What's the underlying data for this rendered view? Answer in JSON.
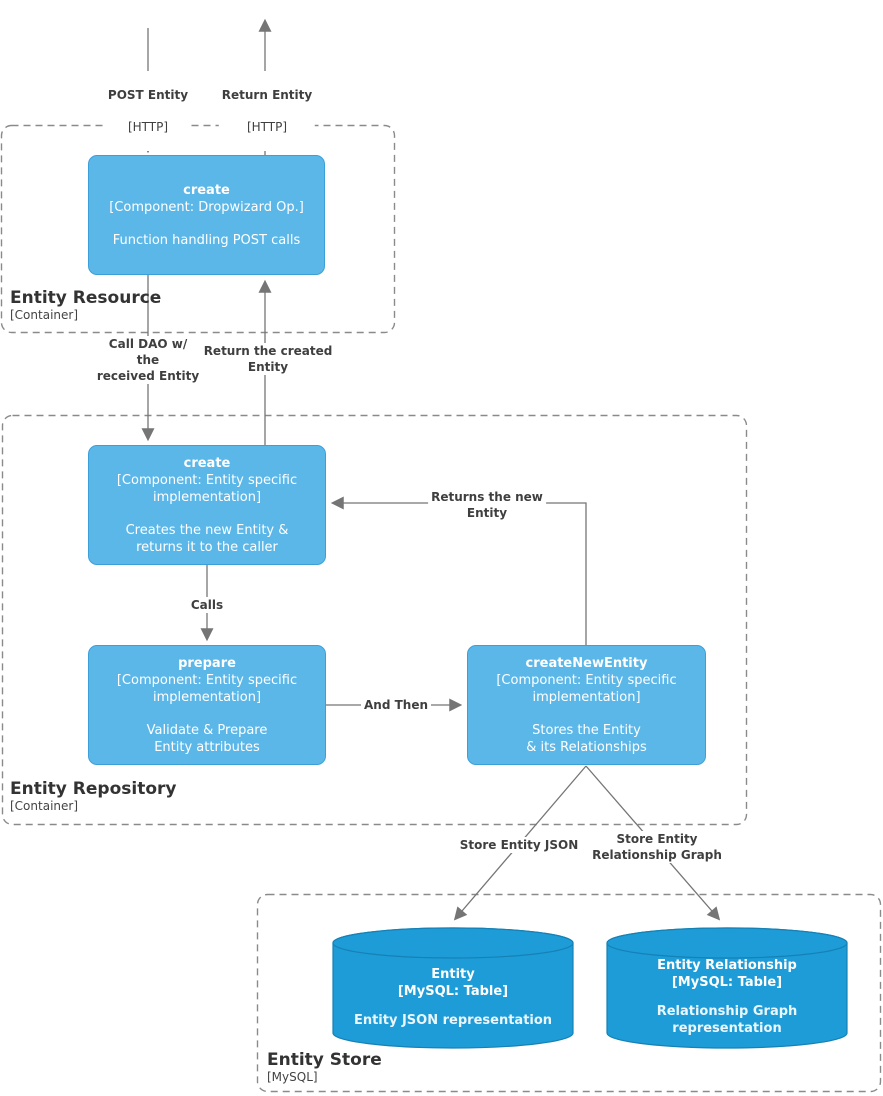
{
  "palette": {
    "component_fill": "#5CB7E9",
    "component_border": "#3BA0D9",
    "datastore_fill": "#1E9CD7",
    "datastore_border": "#1581B5",
    "line_color": "#757575",
    "edge_label_color": "#3F3F3F",
    "container_label_color": "#333333",
    "node_text_color": "#FFFFFF",
    "container_border_color": "#8A8A8A"
  },
  "containers": {
    "resource": {
      "name": "Entity Resource",
      "type": "[Container]"
    },
    "repository": {
      "name": "Entity Repository",
      "type": "[Container]"
    },
    "store": {
      "name": "Entity Store",
      "type": "[MySQL]"
    }
  },
  "components": {
    "resource_create": {
      "title": "create",
      "meta": "[Component: Dropwizard Op.]",
      "desc": "Function handling POST calls"
    },
    "repo_create": {
      "title": "create",
      "meta": "[Component: Entity specific\nimplementation]",
      "desc": "Creates the new Entity &\nreturns it to the caller"
    },
    "repo_prepare": {
      "title": "prepare",
      "meta": "[Component: Entity specific\nimplementation]",
      "desc": "Validate & Prepare\nEntity attributes"
    },
    "repo_create_new_entity": {
      "title": "createNewEntity",
      "meta": "[Component: Entity specific\nimplementation]",
      "desc": "Stores the Entity\n& its Relationships"
    }
  },
  "datastores": {
    "entity": {
      "title": "Entity",
      "meta": "[MySQL: Table]",
      "desc": "Entity JSON representation"
    },
    "entity_relationship": {
      "title": "Entity Relationship",
      "meta": "[MySQL: Table]",
      "desc": "Relationship Graph\nrepresentation"
    }
  },
  "edges": {
    "post_entity": {
      "label": "POST Entity",
      "tech": "[HTTP]"
    },
    "return_entity": {
      "label": "Return Entity",
      "tech": "[HTTP]"
    },
    "call_dao": {
      "label": "Call DAO w/\nthe\nreceived Entity"
    },
    "return_created": {
      "label": "Return the created\nEntity"
    },
    "calls": {
      "label": "Calls"
    },
    "and_then": {
      "label": "And Then"
    },
    "returns_new": {
      "label": "Returns the new\nEntity"
    },
    "store_json": {
      "label": "Store Entity JSON"
    },
    "store_graph": {
      "label": "Store Entity\nRelationship Graph"
    }
  }
}
